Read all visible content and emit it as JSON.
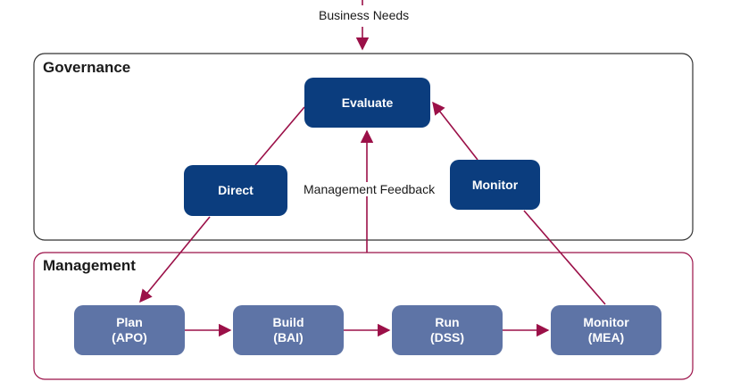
{
  "top_label": "Business Needs",
  "governance": {
    "title": "Governance",
    "evaluate": "Evaluate",
    "direct": "Direct",
    "monitor": "Monitor"
  },
  "feedback_label": "Management Feedback",
  "management": {
    "title": "Management",
    "plan": {
      "name": "Plan",
      "code": "(APO)"
    },
    "build": {
      "name": "Build",
      "code": "(BAI)"
    },
    "run": {
      "name": "Run",
      "code": "(DSS)"
    },
    "monitor": {
      "name": "Monitor",
      "code": "(MEA)"
    }
  },
  "colors": {
    "governance_box": "#0b3d7e",
    "management_box": "#5e74a6",
    "arrow": "#9b1048",
    "management_border": "#9b1048",
    "governance_border": "#333333"
  }
}
